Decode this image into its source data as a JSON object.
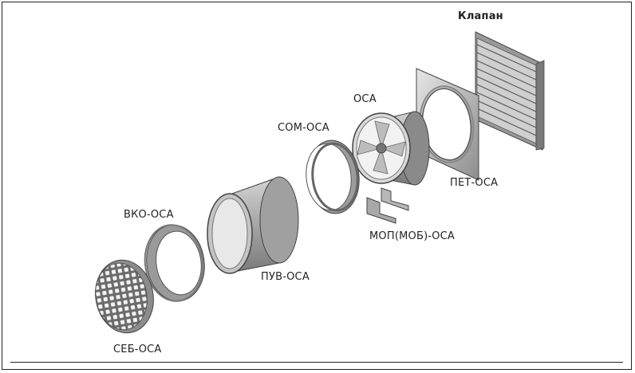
{
  "labels": {
    "klapan": "Клапан",
    "osa": "ОСА",
    "com_osa": "СОМ-ОСА",
    "pet_osa": "ПЕТ-ОСА",
    "vko_osa": "ВКО-ОСА",
    "mop_osa": "МОП(МОБ)-ОСА",
    "puv_osa": "ПУВ-ОСА",
    "seb_osa": "СЕБ-ОСА"
  }
}
